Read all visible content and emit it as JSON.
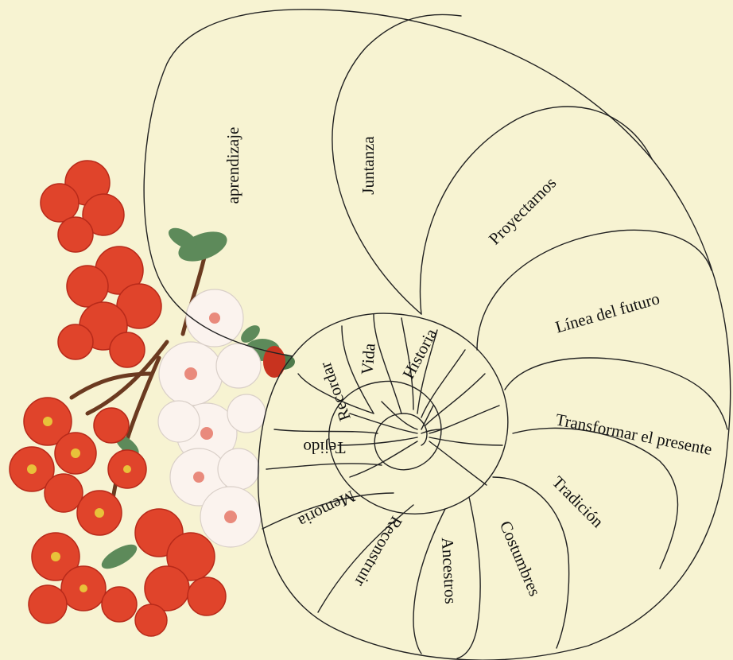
{
  "colors": {
    "background": "#f7f3d2",
    "outline": "#222222",
    "flower_red": "#e0442b",
    "flower_red_dark": "#b82a1a",
    "flower_white": "#fbf3ee",
    "flower_pink_center": "#e98a7c",
    "leaf_green": "#5d8a5a",
    "stem_brown": "#6b3a20"
  },
  "diagram": {
    "chambers": [
      {
        "label": "aprendizaje"
      },
      {
        "label": "Juntanza"
      },
      {
        "label": "Proyectarnos"
      },
      {
        "label": "Línea del futuro"
      },
      {
        "label": "Transformar el presente"
      },
      {
        "label": "Tradición"
      },
      {
        "label": "Costumbres"
      },
      {
        "label": "Ancestros"
      },
      {
        "label": "Reconstruir"
      },
      {
        "label": "Memoria"
      },
      {
        "label": "Tejido"
      },
      {
        "label": "Recordar"
      },
      {
        "label": "Vida"
      },
      {
        "label": "Historia"
      }
    ]
  },
  "illustration": {
    "icon": "flower-bouquet-icon"
  }
}
